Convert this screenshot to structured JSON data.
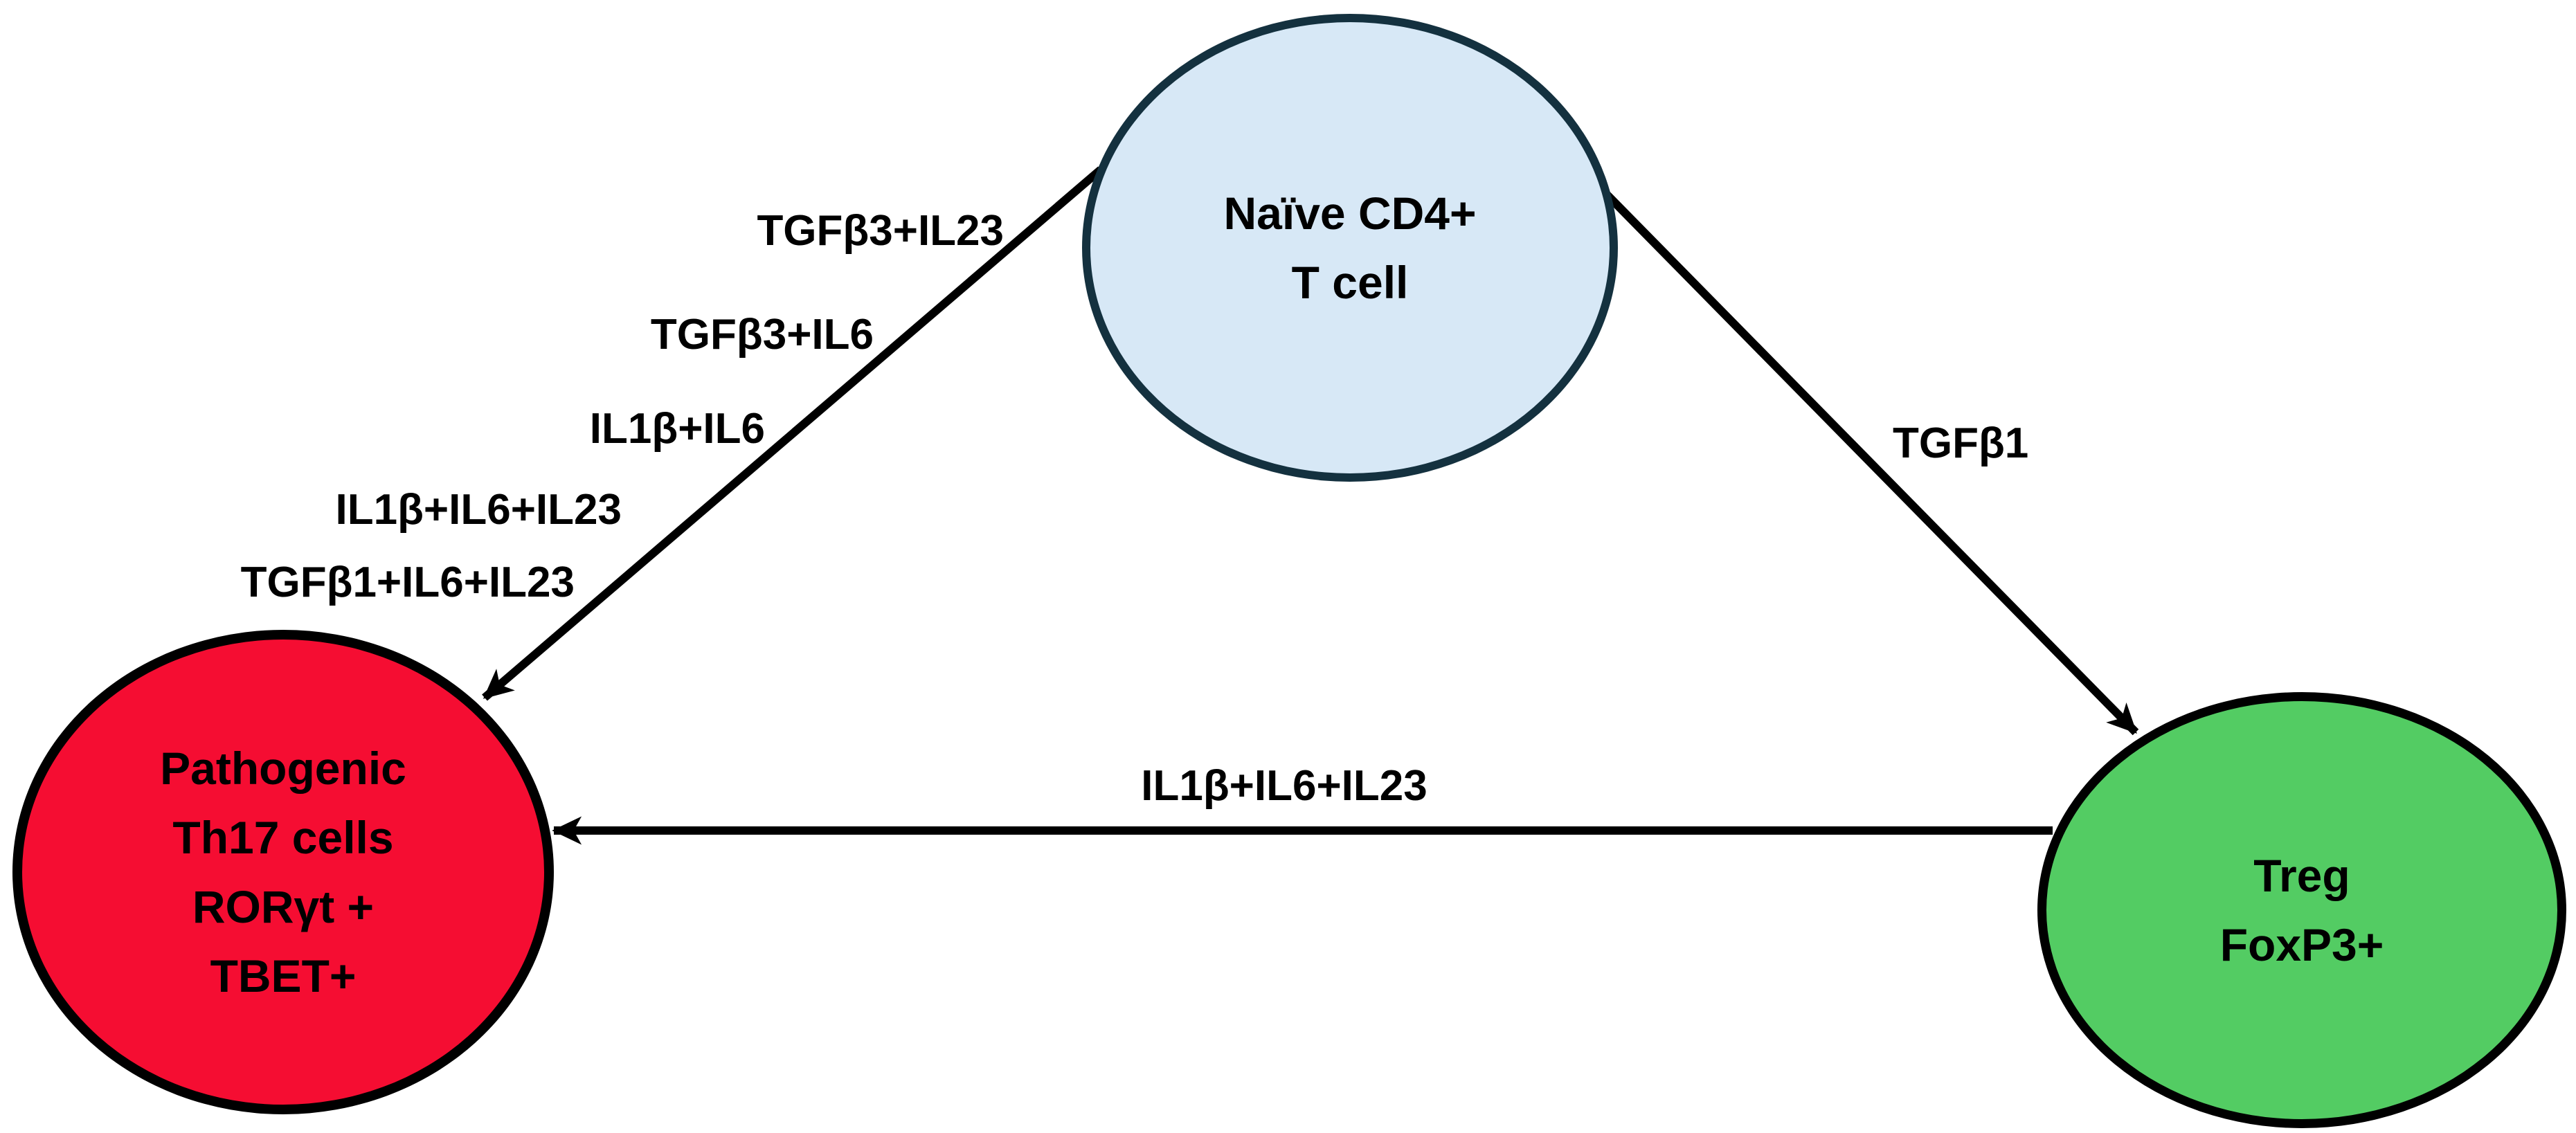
{
  "diagram": {
    "nodes": {
      "naive": {
        "lines": [
          "Naïve CD4+",
          "T cell"
        ]
      },
      "th17": {
        "lines": [
          "Pathogenic",
          "Th17 cells",
          "RORγt +",
          "TBET+"
        ]
      },
      "treg": {
        "lines": [
          "Treg",
          "FoxP3+"
        ]
      }
    },
    "edges": {
      "naive_to_th17": {
        "labels": [
          "TGFβ3+IL23",
          "TGFβ3+IL6",
          "IL1β+IL6",
          "IL1β+IL6+IL23",
          "TGFβ1+IL6+IL23"
        ]
      },
      "naive_to_treg": {
        "label": "TGFβ1"
      },
      "treg_to_th17": {
        "label": "IL1β+IL6+IL23"
      }
    }
  },
  "colors": {
    "background": "#FFFFFF",
    "naive_fill": "#D7E8F6",
    "naive_border": "#14313F",
    "th17_fill": "#F50D32",
    "th17_border": "#000000",
    "treg_fill": "#53CC63",
    "treg_border": "#000000",
    "arrow": "#000000",
    "label_text": "#000000"
  }
}
